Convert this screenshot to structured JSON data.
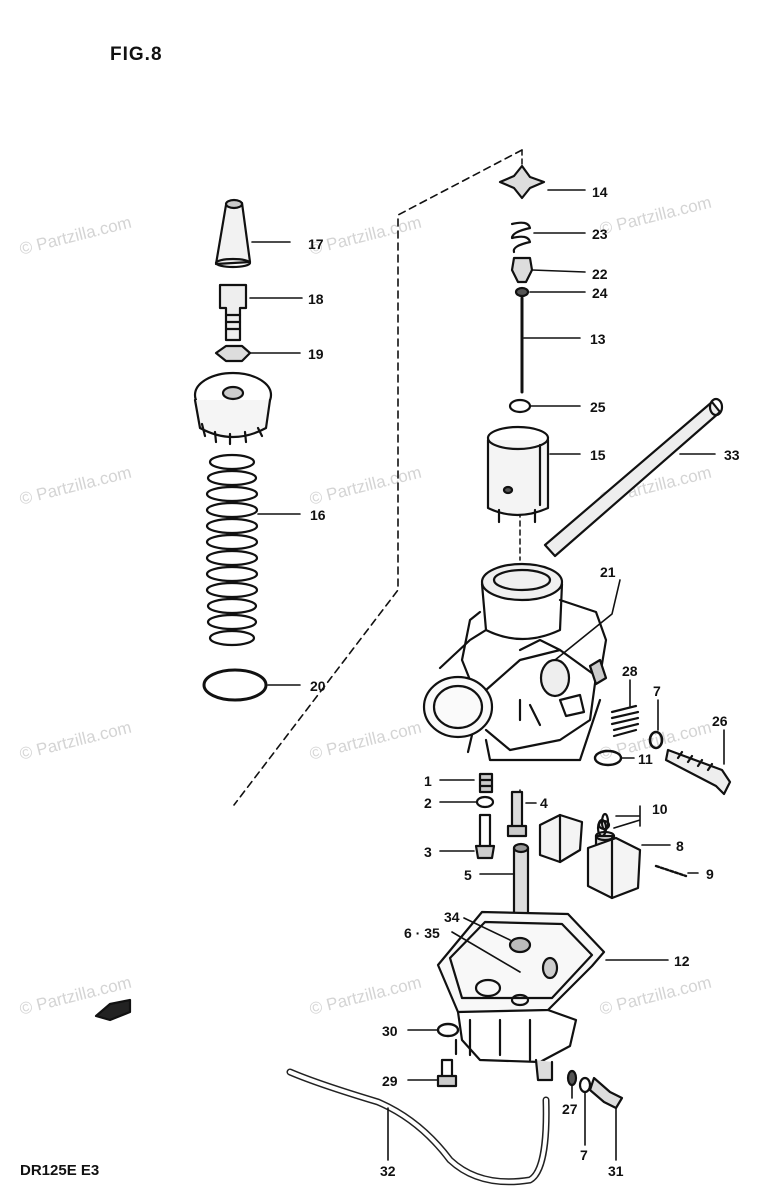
{
  "title": "FIG.8",
  "footer": "DR125E E3",
  "watermark": "© Partzilla.com",
  "labels": [
    {
      "id": "14",
      "text": "14"
    },
    {
      "id": "17",
      "text": "17"
    },
    {
      "id": "23",
      "text": "23"
    },
    {
      "id": "22",
      "text": "22"
    },
    {
      "id": "24",
      "text": "24"
    },
    {
      "id": "18",
      "text": "18"
    },
    {
      "id": "13",
      "text": "13"
    },
    {
      "id": "19",
      "text": "19"
    },
    {
      "id": "25",
      "text": "25"
    },
    {
      "id": "15",
      "text": "15"
    },
    {
      "id": "33",
      "text": "33"
    },
    {
      "id": "16",
      "text": "16"
    },
    {
      "id": "21",
      "text": "21"
    },
    {
      "id": "28",
      "text": "28"
    },
    {
      "id": "20",
      "text": "20"
    },
    {
      "id": "7a",
      "text": "7"
    },
    {
      "id": "26",
      "text": "26"
    },
    {
      "id": "11",
      "text": "11"
    },
    {
      "id": "1",
      "text": "1"
    },
    {
      "id": "2",
      "text": "2"
    },
    {
      "id": "4",
      "text": "4"
    },
    {
      "id": "10",
      "text": "10"
    },
    {
      "id": "8",
      "text": "8"
    },
    {
      "id": "3",
      "text": "3"
    },
    {
      "id": "9",
      "text": "9"
    },
    {
      "id": "5",
      "text": "5"
    },
    {
      "id": "34",
      "text": "34"
    },
    {
      "id": "635",
      "text": "6 · 35"
    },
    {
      "id": "12",
      "text": "12"
    },
    {
      "id": "30",
      "text": "30"
    },
    {
      "id": "29",
      "text": "29"
    },
    {
      "id": "27",
      "text": "27"
    },
    {
      "id": "7b",
      "text": "7"
    },
    {
      "id": "32",
      "text": "32"
    },
    {
      "id": "31",
      "text": "31"
    }
  ]
}
